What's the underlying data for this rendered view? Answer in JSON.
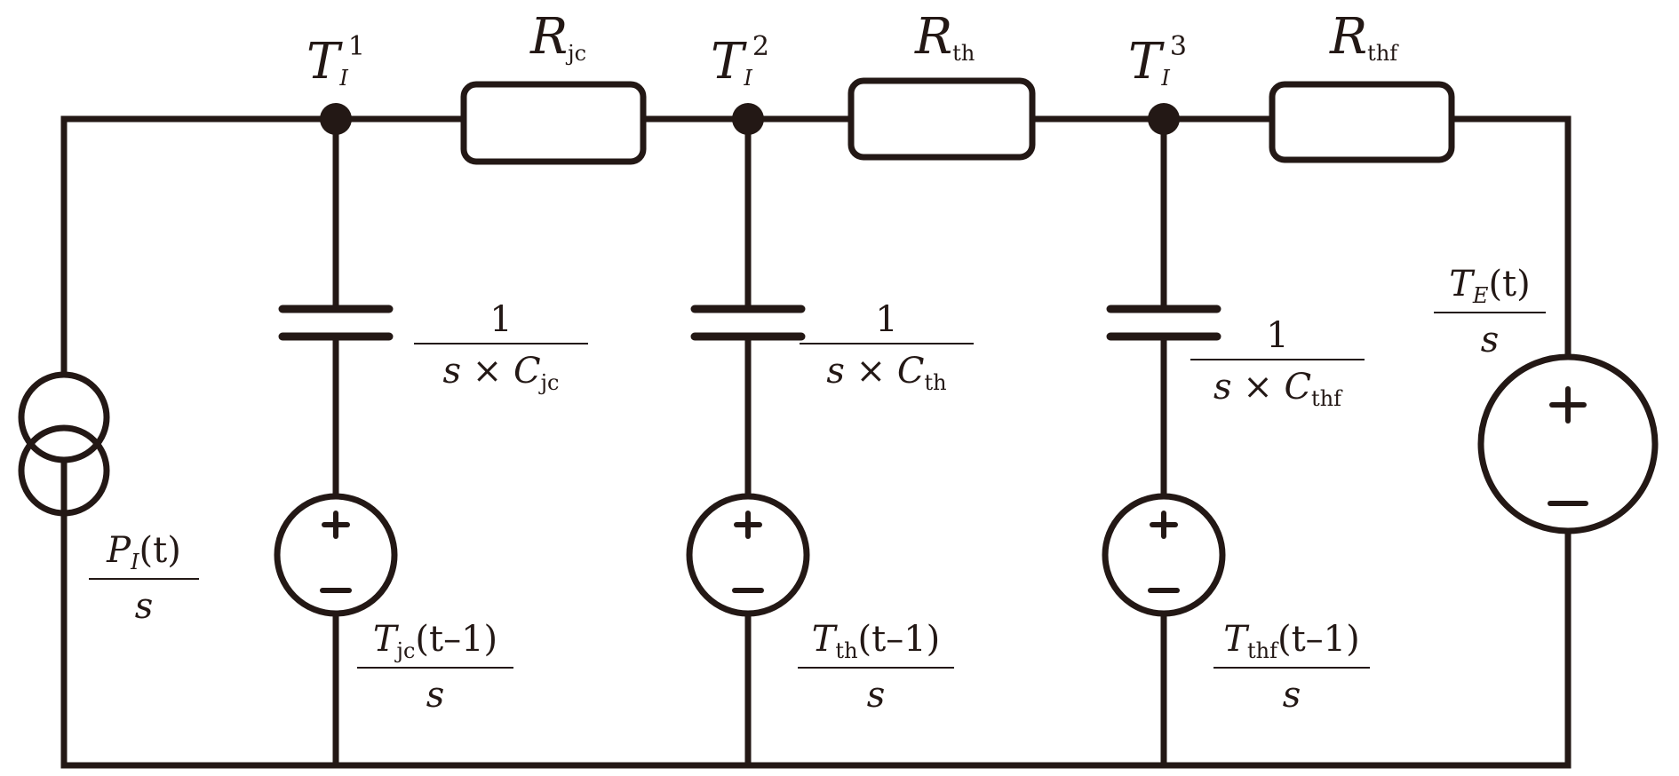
{
  "nodes": [
    {
      "symbol": "T",
      "sub": "I",
      "sup": "1"
    },
    {
      "symbol": "T",
      "sub": "I",
      "sup": "2"
    },
    {
      "symbol": "T",
      "sub": "I",
      "sup": "3"
    }
  ],
  "resistors": [
    {
      "symbol": "R",
      "sub": "jc"
    },
    {
      "symbol": "R",
      "sub": "th"
    },
    {
      "symbol": "R",
      "sub": "thf"
    }
  ],
  "capacitors": [
    {
      "num": "1",
      "den_prefix": "s × ",
      "symbol": "C",
      "sub": "jc"
    },
    {
      "num": "1",
      "den_prefix": "s × ",
      "symbol": "C",
      "sub": "th"
    },
    {
      "num": "1",
      "den_prefix": "s × ",
      "symbol": "C",
      "sub": "thf"
    }
  ],
  "sources": [
    {
      "symbol": "T",
      "sub": "jc",
      "arg": "(t–1)",
      "den": "s"
    },
    {
      "symbol": "T",
      "sub": "th",
      "arg": "(t–1)",
      "den": "s"
    },
    {
      "symbol": "T",
      "sub": "thf",
      "arg": "(t–1)",
      "den": "s"
    }
  ],
  "current_source": {
    "symbol": "P",
    "sub": "I",
    "arg": "(t)",
    "den": "s"
  },
  "ambient_source": {
    "symbol": "T",
    "sub": "E",
    "arg": "(t)",
    "den": "s"
  },
  "signs": {
    "plus": "+",
    "minus": "–"
  }
}
